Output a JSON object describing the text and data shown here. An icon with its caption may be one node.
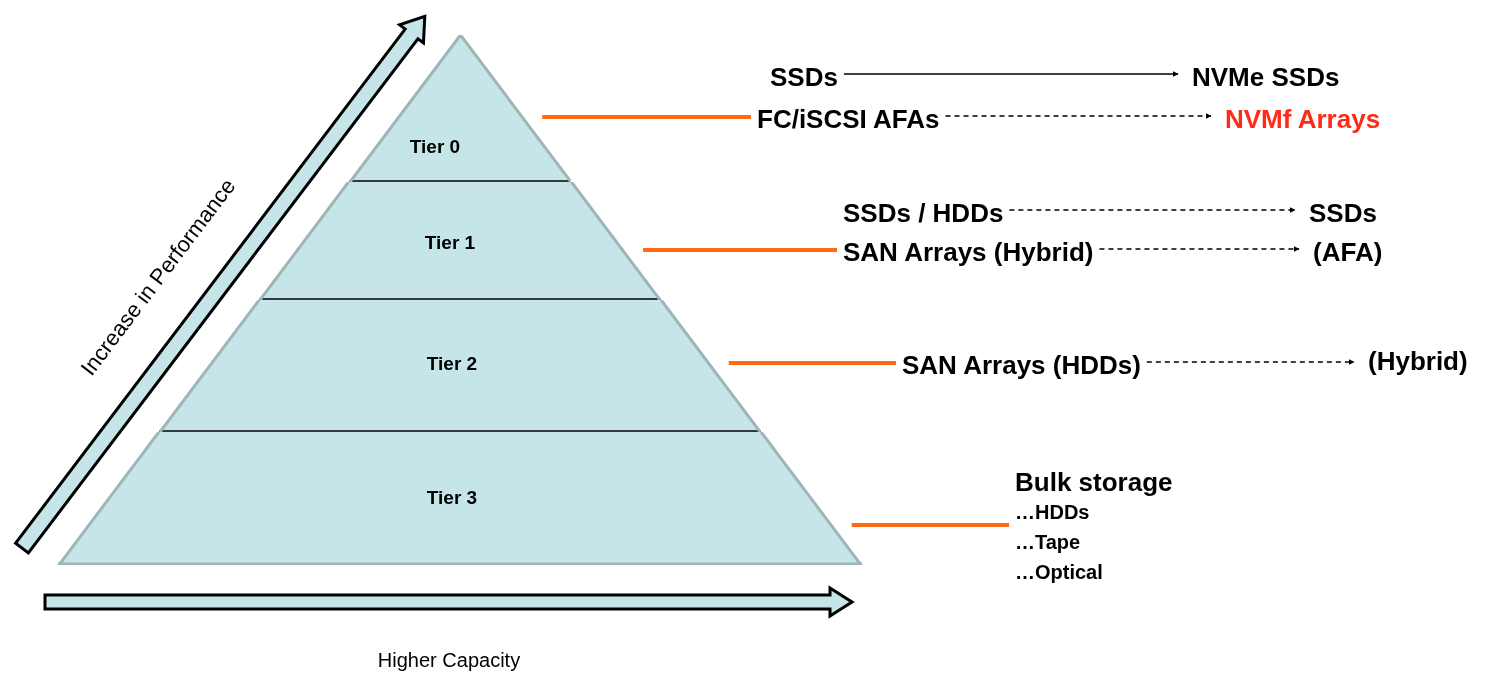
{
  "diagram": {
    "nodes": [
      {
        "text": [
          "Tier 0"
        ]
      },
      {
        "text": [
          "Tier 1"
        ]
      },
      {
        "text": [
          "Tier 2"
        ]
      },
      {
        "text": [
          "Tier 3"
        ]
      },
      {
        "text": [
          "SSDs"
        ]
      },
      {
        "text": [
          "NVMe SSDs"
        ]
      },
      {
        "text": [
          "FC/iSCSI AFAs"
        ]
      },
      {
        "text": [
          "NVMf Arrays"
        ]
      },
      {
        "text": [
          "SSDs / HDDs"
        ]
      },
      {
        "text": [
          "SSDs"
        ]
      },
      {
        "text": [
          "SAN Arrays (Hybrid)"
        ]
      },
      {
        "text": [
          "(AFA)"
        ]
      },
      {
        "text": [
          "SAN Arrays (HDDs)"
        ]
      },
      {
        "text": [
          "(Hybrid)"
        ]
      },
      {
        "text": [
          "Bulk storage",
          "…HDDs",
          "…Tape",
          "…Optical"
        ]
      }
    ],
    "edges": [
      {
        "from": 0,
        "to": 6,
        "arrow": "none",
        "style": "thick",
        "color": "#ff6a13"
      },
      {
        "from": 1,
        "to": 10,
        "arrow": "none",
        "style": "thick",
        "color": "#ff6a13"
      },
      {
        "from": 2,
        "to": 12,
        "arrow": "none",
        "style": "thick",
        "color": "#ff6a13"
      },
      {
        "from": 3,
        "to": 14,
        "arrow": "none",
        "style": "thick",
        "color": "#ff6a13"
      },
      {
        "from": 4,
        "to": 5,
        "arrow": "to"
      },
      {
        "from": 6,
        "to": 7,
        "arrow": "to",
        "style": "dashed"
      },
      {
        "from": 8,
        "to": 9,
        "arrow": "to",
        "style": "dashed"
      },
      {
        "from": 10,
        "to": 11,
        "arrow": "to",
        "style": "dashed"
      },
      {
        "from": 12,
        "to": 13,
        "arrow": "to",
        "style": "dashed"
      }
    ],
    "labels": [
      "Increase in Performance",
      "Higher Capacity"
    ]
  }
}
